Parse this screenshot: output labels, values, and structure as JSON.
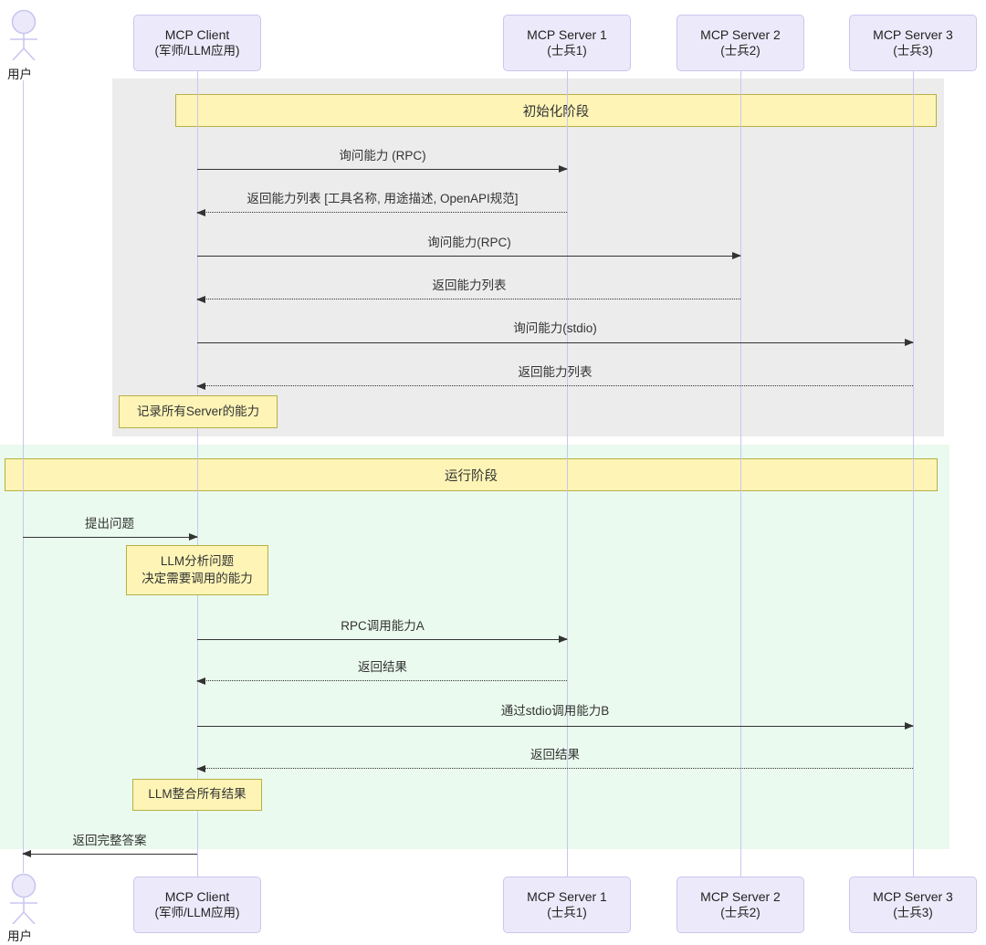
{
  "diagram": {
    "type": "sequence-diagram",
    "colors": {
      "participant_fill": "#eceafa",
      "participant_border": "#c9c6ef",
      "note_fill": "#fdf4b6",
      "note_border": "#b7b045",
      "init_band": "#ececec",
      "run_band": "#eafaee",
      "line": "#333333"
    }
  },
  "actor": {
    "name": "user-actor",
    "label": "用户"
  },
  "participants": [
    {
      "id": "client",
      "line1": "MCP Client",
      "line2": "(军师/LLM应用)"
    },
    {
      "id": "server1",
      "line1": "MCP Server 1",
      "line2": "(士兵1)"
    },
    {
      "id": "server2",
      "line1": "MCP Server 2",
      "line2": "(士兵2)"
    },
    {
      "id": "server3",
      "line1": "MCP Server 3",
      "line2": "(士兵3)"
    }
  ],
  "phases": [
    {
      "id": "init",
      "label": "初始化阶段"
    },
    {
      "id": "run",
      "label": "运行阶段"
    }
  ],
  "messages": [
    {
      "id": "m1",
      "label": "询问能力 (RPC)",
      "from": "client",
      "to": "server1",
      "style": "solid"
    },
    {
      "id": "m2",
      "label": "返回能力列表 [工具名称, 用途描述, OpenAPI规范]",
      "from": "server1",
      "to": "client",
      "style": "dashed"
    },
    {
      "id": "m3",
      "label": "询问能力(RPC)",
      "from": "client",
      "to": "server2",
      "style": "solid"
    },
    {
      "id": "m4",
      "label": "返回能力列表",
      "from": "server2",
      "to": "client",
      "style": "dashed"
    },
    {
      "id": "m5",
      "label": "询问能力(stdio)",
      "from": "client",
      "to": "server3",
      "style": "solid"
    },
    {
      "id": "m6",
      "label": "返回能力列表",
      "from": "server3",
      "to": "client",
      "style": "dashed"
    },
    {
      "id": "m7",
      "label": "提出问题",
      "from": "user",
      "to": "client",
      "style": "solid"
    },
    {
      "id": "m8",
      "label": "RPC调用能力A",
      "from": "client",
      "to": "server1",
      "style": "solid"
    },
    {
      "id": "m9",
      "label": "返回结果",
      "from": "server1",
      "to": "client",
      "style": "dashed"
    },
    {
      "id": "m10",
      "label": "通过stdio调用能力B",
      "from": "client",
      "to": "server3",
      "style": "solid"
    },
    {
      "id": "m11",
      "label": "返回结果",
      "from": "server3",
      "to": "client",
      "style": "dashed"
    },
    {
      "id": "m12",
      "label": "返回完整答案",
      "from": "client",
      "to": "user",
      "style": "solid"
    }
  ],
  "notes": [
    {
      "id": "n1",
      "line1": "记录所有Server的能力",
      "line2": ""
    },
    {
      "id": "n2",
      "line1": "LLM分析问题",
      "line2": "决定需要调用的能力"
    },
    {
      "id": "n3",
      "line1": "LLM整合所有结果",
      "line2": ""
    }
  ]
}
